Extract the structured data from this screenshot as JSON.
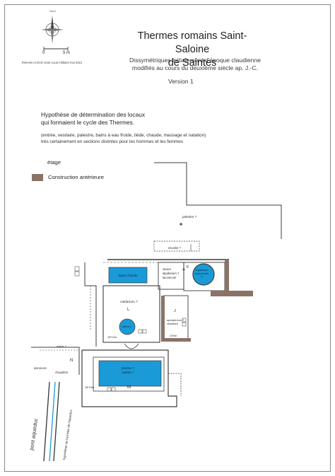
{
  "header": {
    "title_line1": "Thermes romains Saint-Saloine",
    "title_line2": "de Saintes",
    "subtitle_line1": "Dissymétriques initialement d'époque claudienne",
    "subtitle_line2": "modifiés au cours du deuxième siècle ap. J.-C.",
    "version": "Version 1"
  },
  "compass": {
    "north_label": "Nord",
    "scale_start": "0",
    "scale_end": "5 m",
    "credit": "Relevés et DAO Jean-Louis Hillairet mai 2021"
  },
  "intro": {
    "hypothesis_line1": "Hypothèse de détermination des locaux",
    "hypothesis_line2": "qui formaient le cycle des Thermes.",
    "note_line1": "(entrée, vestiaire, palestre, bains à eau froide, tiède, chaude, massage et natation)",
    "note_line2": "très certainement en sections distintes pour les hommes et les femmes"
  },
  "legend": {
    "etage": "étage",
    "construction": "Construction antérieure"
  },
  "rooms": {
    "palestre": "palestre ?",
    "escalier": "escalier ?",
    "sauna_line1": "sauna",
    "sauna_line2": "alpidarium ?",
    "sauna_line3": "laconicum",
    "k_letter": "K",
    "frigidarium_line1": "frigidarium",
    "frigidarium_line2": "bains froids",
    "frigidarium_line3": "F",
    "bains_chauds": "bains chauds",
    "caldarium": "caldarium ?",
    "l_letter": "L",
    "labrum": "labrum",
    "dim_l": "15*10m",
    "apodyterium_j": "J",
    "apodyterium_line1": "apodyterium ?",
    "apodyterium_line2": "vestiaires",
    "dim_j": "10*5m",
    "entree": "entrée ?",
    "n_letter": "N",
    "services": "services",
    "chaudiere": "chaudière",
    "piscine_line1": "piscine ?",
    "piscine_line2": "natatio ?",
    "m_letter": "M",
    "dim_m": "18*10m",
    "aqueduct_label": "pont aqueduc",
    "aqueduct_hypothesis": "hypothèse de l'arrivée de l'aqueduc"
  },
  "colors": {
    "water": "#1a9ad6",
    "anterior_construction": "#8a7366",
    "wall": "#3c3c3c"
  }
}
